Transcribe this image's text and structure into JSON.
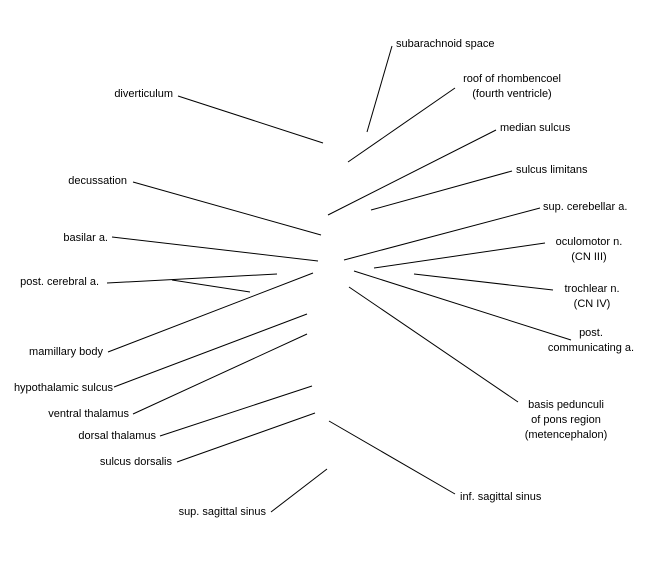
{
  "labels": {
    "subarachnoid_space": [
      "subarachnoid space"
    ],
    "roof_rhombencoel": [
      "roof of rhombencoel",
      "(fourth ventricle)"
    ],
    "median_sulcus": [
      "median sulcus"
    ],
    "sulcus_limitans": [
      "sulcus limitans"
    ],
    "sup_cerebellar": [
      "sup. cerebellar a."
    ],
    "oculomotor": [
      "oculomotor n.",
      "(CN III)"
    ],
    "trochlear": [
      "trochlear n.",
      "(CN IV)"
    ],
    "post_communicating": [
      "post.",
      "communicating a."
    ],
    "basis_pedunculi": [
      "basis pedunculi",
      "of pons region",
      "(metencephalon)"
    ],
    "inf_sagittal_sinus": [
      "inf. sagittal sinus"
    ],
    "diverticulum": [
      "diverticulum"
    ],
    "decussation": [
      "decussation"
    ],
    "basilar": [
      "basilar a."
    ],
    "post_cerebral": [
      "post. cerebral a."
    ],
    "mamillary_body": [
      "mamillary body"
    ],
    "hypothalamic_sulcus": [
      "hypothalamic sulcus"
    ],
    "ventral_thalamus": [
      "ventral thalamus"
    ],
    "dorsal_thalamus": [
      "dorsal thalamus"
    ],
    "sulcus_dorsalis": [
      "sulcus dorsalis"
    ],
    "sup_sagittal_sinus": [
      "sup. sagittal sinus"
    ]
  },
  "colors": {
    "ink": "#000000",
    "background": "#ffffff"
  }
}
